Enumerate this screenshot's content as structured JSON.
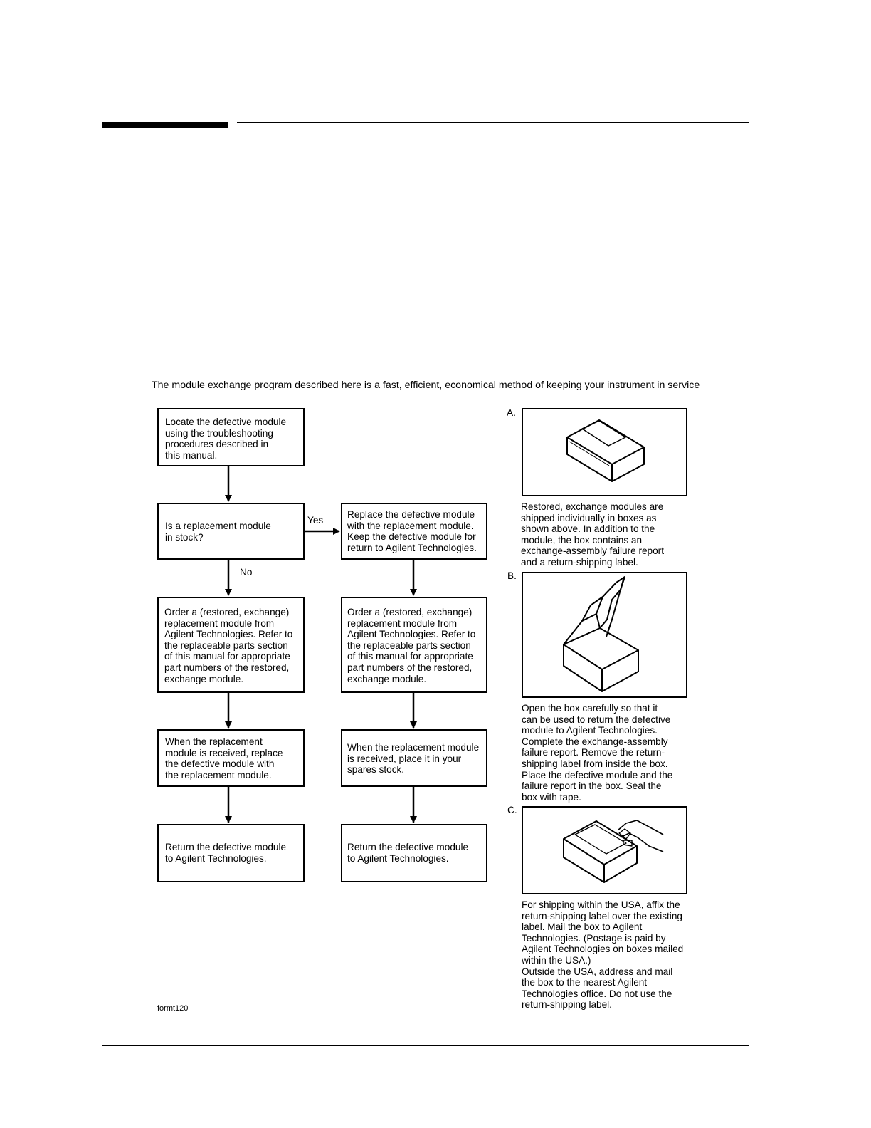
{
  "intro": "The module exchange program described here is a fast, efficient, economical method of keeping your instrument in service",
  "flow": {
    "locate": "Locate the defective module\nusing the troubleshooting\nprocedures described in\nthis manual.",
    "question": "Is a replacement module\nin stock?",
    "yes_label": "Yes",
    "no_label": "No",
    "replace": "Replace the defective module\nwith the replacement module.\nKeep the defective module for\nreturn to Agilent Technologies.",
    "order_left": "Order a (restored, exchange)\nreplacement module from\nAgilent Technologies.  Refer to\nthe replaceable parts section\nof this manual for appropriate\npart numbers of the restored,\nexchange module.",
    "order_right": "Order a (restored, exchange)\nreplacement module from\nAgilent Technologies.  Refer to\nthe replaceable parts section\nof this manual for appropriate\npart numbers of the restored,\nexchange module.",
    "received_left": "When the replacement\nmodule is received, replace\nthe defective module with\nthe replacement module.",
    "received_right": "When the replacement module\nis received, place it in your\nspares stock.",
    "return_left": "Return the defective module\nto Agilent Technologies.",
    "return_right": "Return the defective module\nto Agilent Technologies."
  },
  "panels": {
    "a_label": "A.",
    "a_caption": "Restored, exchange modules are\nshipped individually in boxes as\nshown above.  In addition to the\nmodule, the box contains an\nexchange-assembly failure report\nand a return-shipping label.",
    "b_label": "B.",
    "b_caption": "Open the box carefully so that it\ncan be used to return the defective\nmodule to Agilent Technologies.\nComplete the exchange-assembly\nfailure report.  Remove the return-\nshipping label from inside the box.\nPlace the defective module and the\nfailure report in the box.  Seal the\nbox with tape.",
    "c_label": "C.",
    "c_caption": "For shipping within the USA, affix the\nreturn-shipping label over the existing\nlabel.  Mail the box to Agilent\nTechnologies.  (Postage is paid by\nAgilent Technologies on boxes mailed\nwithin the USA.)\nOutside the USA, address and mail\nthe box to the nearest Agilent\nTechnologies office.  Do not use the\nreturn-shipping label."
  },
  "figure_id": "formt120"
}
